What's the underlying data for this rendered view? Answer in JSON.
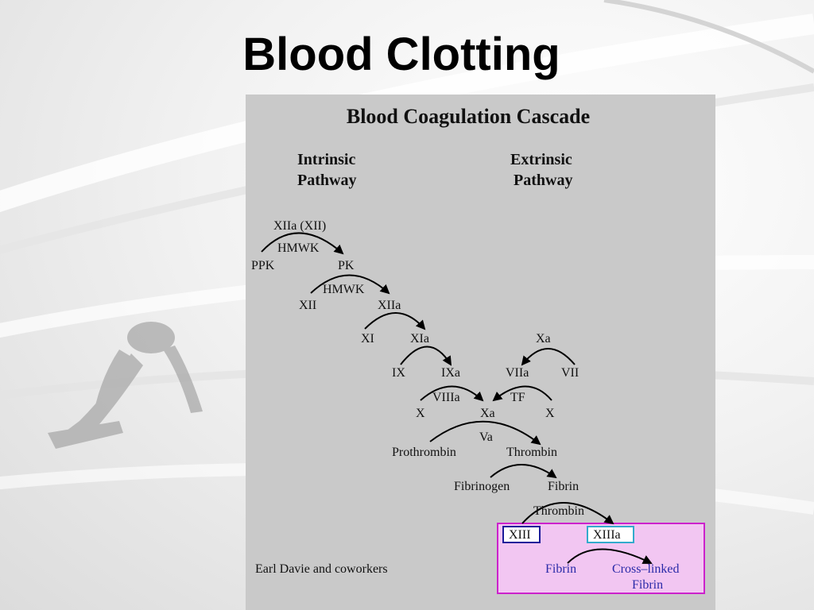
{
  "slide": {
    "title": "Blood Clotting"
  },
  "figure": {
    "title": "Blood Coagulation Cascade",
    "intrinsic": {
      "line1": "Intrinsic",
      "line2": "Pathway"
    },
    "extrinsic": {
      "line1": "Extrinsic",
      "line2": "Pathway"
    },
    "labels": {
      "xiia_xii": "XIIa (XII)",
      "hmwk_1": "HMWK",
      "ppk": "PPK",
      "pk": "PK",
      "hmwk_2": "HMWK",
      "xii": "XII",
      "xiia": "XIIa",
      "xi": "XI",
      "xia": "XIa",
      "xa_top": "Xa",
      "ix": "IX",
      "ixa": "IXa",
      "viia": "VIIa",
      "vii": "VII",
      "viiia": "VIIIa",
      "tf": "TF",
      "x_left": "X",
      "xa": "Xa",
      "x_right": "X",
      "va": "Va",
      "prothrombin": "Prothrombin",
      "thrombin_1": "Thrombin",
      "fibrinogen": "Fibrinogen",
      "fibrin": "Fibrin",
      "thrombin_2": "Thrombin",
      "xiii": "XIII",
      "xiiia": "XIIIa",
      "fibrin_2": "Fibrin",
      "cross_linked_1": "Cross–linked",
      "cross_linked_2": "Fibrin"
    },
    "credit": "Earl Davie and coworkers",
    "colors": {
      "highlight_fill": "#f2c6f2",
      "highlight_border": "#cc22cc",
      "xiii_border": "#1a1a9a",
      "xiiia_border": "#33aacc",
      "blue_text": "#2a2aa8"
    }
  }
}
